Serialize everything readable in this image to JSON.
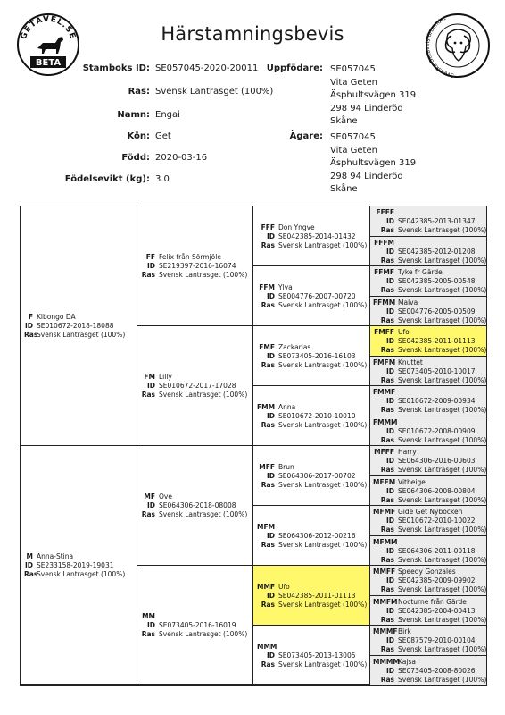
{
  "header": {
    "title": "Härstamningsbevis",
    "logo_left_text_top": "GETAVEL.SE",
    "logo_left_text_bottom": "BETA",
    "logo_right_text": "Svenska Getavelsförbundet"
  },
  "info": {
    "stamboks_label": "Stamboks ID:",
    "stamboks_value": "SE057045-2020-20011",
    "ras_label": "Ras:",
    "ras_value": "Svensk Lantrasget (100%)",
    "namn_label": "Namn:",
    "namn_value": "Engai",
    "kon_label": "Kön:",
    "kon_value": "Get",
    "fodd_label": "Född:",
    "fodd_value": "2020-03-16",
    "fodelsevikt_label": "Födelsevikt (kg):",
    "fodelsevikt_value": "3.0",
    "uppfodare_label": "Uppfödare:",
    "uppfodare_lines": [
      "SE057045",
      "Vita Geten",
      "Äsphultsvägen 319",
      "298 94 Linderöd",
      "Skåne"
    ],
    "agare_label": "Ägare:",
    "agare_lines": [
      "SE057045",
      "Vita Geten",
      "Äsphultsvägen 319",
      "298 94 Linderöd",
      "Skåne"
    ]
  },
  "labels": {
    "id": "ID",
    "ras": "Ras"
  },
  "pedigree": {
    "F": {
      "code": "F",
      "name": "Kibongo DA",
      "id": "SE010672-2018-18088",
      "ras": "Svensk Lantrasget (100%)"
    },
    "M": {
      "code": "M",
      "name": "Anna-Stina",
      "id": "SE233158-2019-19031",
      "ras": "Svensk Lantrasget (100%)"
    },
    "FF": {
      "code": "FF",
      "name": "Felix från Sörmjöle",
      "id": "SE219397-2016-16074",
      "ras": "Svensk Lantrasget (100%)"
    },
    "FM": {
      "code": "FM",
      "name": "Lilly",
      "id": "SE010672-2017-17028",
      "ras": "Svensk Lantrasget (100%)"
    },
    "MF": {
      "code": "MF",
      "name": "Ove",
      "id": "SE064306-2018-08008",
      "ras": "Svensk Lantrasget (100%)"
    },
    "MM": {
      "code": "MM",
      "name": "",
      "id": "SE073405-2016-16019",
      "ras": "Svensk Lantrasget (100%)"
    },
    "FFF": {
      "code": "FFF",
      "name": "Don Yngve",
      "id": "SE042385-2014-01432",
      "ras": "Svensk Lantrasget (100%)"
    },
    "FFM": {
      "code": "FFM",
      "name": "Ylva",
      "id": "SE004776-2007-00720",
      "ras": "Svensk Lantrasget (100%)"
    },
    "FMF": {
      "code": "FMF",
      "name": "Zackarias",
      "id": "SE073405-2016-16103",
      "ras": "Svensk Lantrasget (100%)"
    },
    "FMM": {
      "code": "FMM",
      "name": "Anna",
      "id": "SE010672-2010-10010",
      "ras": "Svensk Lantrasget (100%)"
    },
    "MFF": {
      "code": "MFF",
      "name": "Brun",
      "id": "SE064306-2017-00702",
      "ras": "Svensk Lantrasget (100%)"
    },
    "MFM": {
      "code": "MFM",
      "name": "",
      "id": "SE064306-2012-00216",
      "ras": "Svensk Lantrasget (100%)"
    },
    "MMF": {
      "code": "MMF",
      "name": "Ufo",
      "id": "SE042385-2011-01113",
      "ras": "Svensk Lantrasget (100%)"
    },
    "MMM": {
      "code": "MMM",
      "name": "",
      "id": "SE073405-2013-13005",
      "ras": "Svensk Lantrasget (100%)"
    },
    "FFFF": {
      "code": "FFFF",
      "name": "",
      "id": "SE042385-2013-01347",
      "ras": "Svensk Lantrasget (100%)"
    },
    "FFFM": {
      "code": "FFFM",
      "name": "",
      "id": "SE042385-2012-01208",
      "ras": "Svensk Lantrasget (100%)"
    },
    "FFMF": {
      "code": "FFMF",
      "name": "Tyke fr Gärde",
      "id": "SE042385-2005-00548",
      "ras": "Svensk Lantrasget (100%)"
    },
    "FFMM": {
      "code": "FFMM",
      "name": "Malva",
      "id": "SE004776-2005-00509",
      "ras": "Svensk Lantrasget (100%)"
    },
    "FMFF": {
      "code": "FMFF",
      "name": "Ufo",
      "id": "SE042385-2011-01113",
      "ras": "Svensk Lantrasget (100%)"
    },
    "FMFM": {
      "code": "FMFM",
      "name": "Knuttet",
      "id": "SE073405-2010-10017",
      "ras": "Svensk Lantrasget (100%)"
    },
    "FMMF": {
      "code": "FMMF",
      "name": "",
      "id": "SE010672-2009-00934",
      "ras": "Svensk Lantrasget (100%)"
    },
    "FMMM": {
      "code": "FMMM",
      "name": "",
      "id": "SE010672-2008-00909",
      "ras": "Svensk Lantrasget (100%)"
    },
    "MFFF": {
      "code": "MFFF",
      "name": "Harry",
      "id": "SE064306-2016-00603",
      "ras": "Svensk Lantrasget (100%)"
    },
    "MFFM": {
      "code": "MFFM",
      "name": "Vitbeige",
      "id": "SE064306-2008-00804",
      "ras": "Svensk Lantrasget (100%)"
    },
    "MFMF": {
      "code": "MFMF",
      "name": "Gide Get Nybocken",
      "id": "SE010672-2010-10022",
      "ras": "Svensk Lantrasget (100%)"
    },
    "MFMM": {
      "code": "MFMM",
      "name": "",
      "id": "SE064306-2011-00118",
      "ras": "Svensk Lantrasget (100%)"
    },
    "MMFF": {
      "code": "MMFF",
      "name": "Speedy Gonzales",
      "id": "SE042385-2009-09902",
      "ras": "Svensk Lantrasget (100%)"
    },
    "MMFM": {
      "code": "MMFM",
      "name": "Nocturne från Gärde",
      "id": "SE042385-2004-00413",
      "ras": "Svensk Lantrasget (100%)"
    },
    "MMMF": {
      "code": "MMMF",
      "name": "Birk",
      "id": "SE087579-2010-00104",
      "ras": "Svensk Lantrasget (100%)"
    },
    "MMMM": {
      "code": "MMMM",
      "name": "Kajsa",
      "id": "SE073405-2008-80026",
      "ras": "Svensk Lantrasget (100%)"
    }
  },
  "colors": {
    "highlight": "#fff86a",
    "gen4_background": "#ececec",
    "border": "#222222"
  }
}
